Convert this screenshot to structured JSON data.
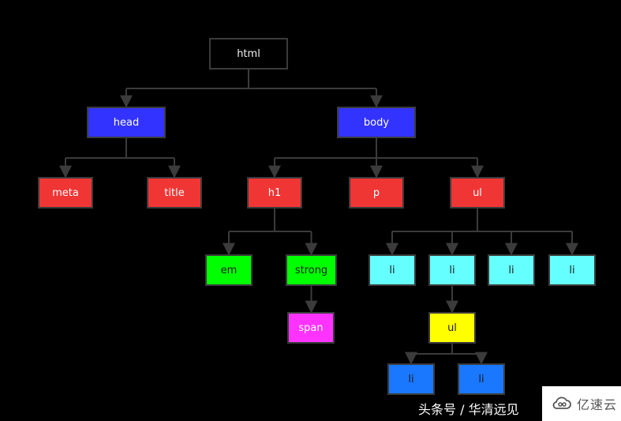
{
  "diagram": {
    "nodes": [
      {
        "id": "html",
        "label": "html",
        "fill": "#000000",
        "text_color": "#f2f2f2"
      },
      {
        "id": "head",
        "label": "head",
        "fill": "#3333ff",
        "text_color": "#ffffff"
      },
      {
        "id": "body",
        "label": "body",
        "fill": "#3333ff",
        "text_color": "#ffffff"
      },
      {
        "id": "meta",
        "label": "meta",
        "fill": "#f03535",
        "text_color": "#ffffff"
      },
      {
        "id": "title",
        "label": "title",
        "fill": "#f03535",
        "text_color": "#ffffff"
      },
      {
        "id": "h1",
        "label": "h1",
        "fill": "#f03535",
        "text_color": "#ffffff"
      },
      {
        "id": "p",
        "label": "p",
        "fill": "#f03535",
        "text_color": "#ffffff"
      },
      {
        "id": "ul",
        "label": "ul",
        "fill": "#f03535",
        "text_color": "#ffffff"
      },
      {
        "id": "em",
        "label": "em",
        "fill": "#00ff00",
        "text_color": "#1a1a1a"
      },
      {
        "id": "strong",
        "label": "strong",
        "fill": "#00ff00",
        "text_color": "#1a1a1a"
      },
      {
        "id": "span",
        "label": "span",
        "fill": "#ff33ff",
        "text_color": "#ffffff"
      },
      {
        "id": "li1",
        "label": "li",
        "fill": "#66ffff",
        "text_color": "#1a1a1a"
      },
      {
        "id": "li2",
        "label": "li",
        "fill": "#66ffff",
        "text_color": "#1a1a1a"
      },
      {
        "id": "li3",
        "label": "li",
        "fill": "#66ffff",
        "text_color": "#1a1a1a"
      },
      {
        "id": "li4",
        "label": "li",
        "fill": "#66ffff",
        "text_color": "#1a1a1a"
      },
      {
        "id": "ul2",
        "label": "ul",
        "fill": "#ffff00",
        "text_color": "#1a1a1a"
      },
      {
        "id": "li5",
        "label": "li",
        "fill": "#1a77ff",
        "text_color": "#1a1a1a"
      },
      {
        "id": "li6",
        "label": "li",
        "fill": "#1a77ff",
        "text_color": "#1a1a1a"
      }
    ],
    "edges": [
      [
        "html",
        "head"
      ],
      [
        "html",
        "body"
      ],
      [
        "head",
        "meta"
      ],
      [
        "head",
        "title"
      ],
      [
        "body",
        "h1"
      ],
      [
        "body",
        "p"
      ],
      [
        "body",
        "ul"
      ],
      [
        "h1",
        "em"
      ],
      [
        "h1",
        "strong"
      ],
      [
        "strong",
        "span"
      ],
      [
        "ul",
        "li1"
      ],
      [
        "ul",
        "li2"
      ],
      [
        "ul",
        "li3"
      ],
      [
        "ul",
        "li4"
      ],
      [
        "li2",
        "ul2"
      ],
      [
        "ul2",
        "li5"
      ],
      [
        "ul2",
        "li6"
      ]
    ],
    "edge_color": "#3b3b3b"
  },
  "watermark": {
    "text": "头条号 / 华清远见"
  },
  "logo": {
    "text": "亿速云",
    "icon": "cloud-icon"
  }
}
